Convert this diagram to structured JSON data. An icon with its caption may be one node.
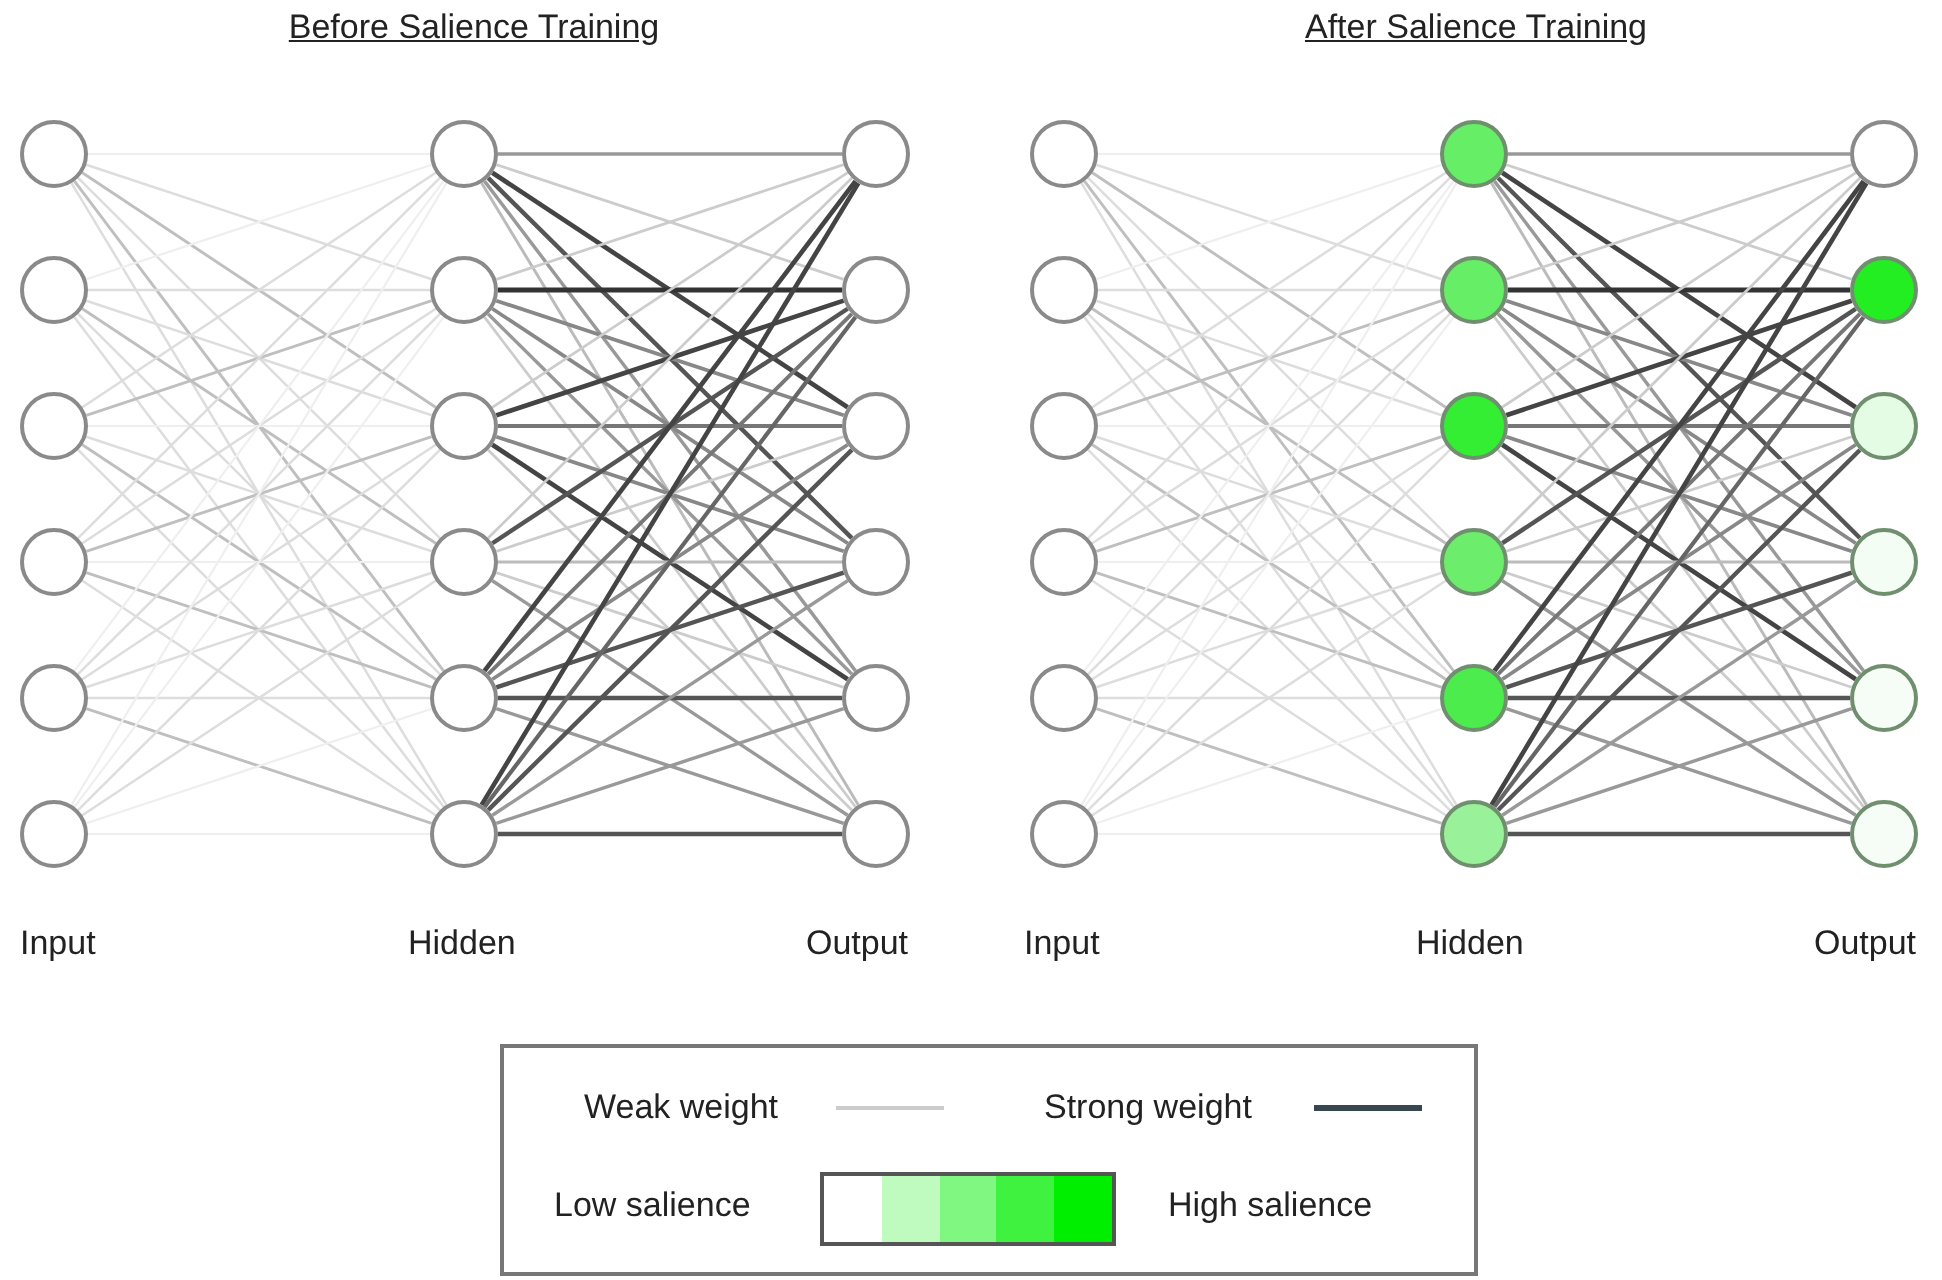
{
  "diagram": {
    "nodes": [
      {
        "text": [],
        "shape": "circle"
      },
      {
        "text": [],
        "shape": "circle"
      },
      {
        "text": [],
        "shape": "circle"
      },
      {
        "text": [],
        "shape": "circle"
      },
      {
        "text": [],
        "shape": "circle"
      },
      {
        "text": [],
        "shape": "circle"
      },
      {
        "text": [],
        "shape": "circle"
      },
      {
        "text": [],
        "shape": "circle"
      },
      {
        "text": [],
        "shape": "circle"
      },
      {
        "text": [],
        "shape": "circle"
      },
      {
        "text": [],
        "shape": "circle"
      },
      {
        "text": [],
        "shape": "circle"
      },
      {
        "text": [],
        "shape": "circle"
      },
      {
        "text": [],
        "shape": "circle"
      },
      {
        "text": [],
        "shape": "circle"
      },
      {
        "text": [],
        "shape": "circle"
      },
      {
        "text": [],
        "shape": "circle"
      },
      {
        "text": [],
        "shape": "circle"
      },
      {
        "text": [],
        "shape": "circle"
      },
      {
        "text": [],
        "shape": "circle"
      },
      {
        "text": [],
        "shape": "circle"
      },
      {
        "text": [],
        "shape": "circle"
      },
      {
        "text": [],
        "shape": "circle"
      },
      {
        "text": [],
        "shape": "circle"
      },
      {
        "text": [],
        "shape": "circle"
      },
      {
        "text": [],
        "shape": "circle"
      },
      {
        "text": [],
        "shape": "circle"
      },
      {
        "text": [],
        "shape": "circle"
      },
      {
        "text": [],
        "shape": "circle"
      },
      {
        "text": [],
        "shape": "circle"
      },
      {
        "text": [],
        "shape": "circle"
      },
      {
        "text": [],
        "shape": "circle"
      },
      {
        "text": [],
        "shape": "circle"
      },
      {
        "text": [],
        "shape": "circle"
      },
      {
        "text": [],
        "shape": "circle"
      },
      {
        "text": [],
        "shape": "circle"
      }
    ],
    "edges": [
      {
        "from": 0,
        "to": 6,
        "arrow": "none",
        "color": "#efefef"
      },
      {
        "from": 0,
        "to": 7,
        "arrow": "none"
      },
      {
        "from": 0,
        "to": 8,
        "arrow": "none",
        "color": "#bfbfbf"
      },
      {
        "from": 0,
        "to": 9,
        "arrow": "none"
      },
      {
        "from": 0,
        "to": 10,
        "arrow": "none",
        "color": "#bfbfbf"
      },
      {
        "from": 0,
        "to": 11,
        "arrow": "none"
      },
      {
        "from": 1,
        "to": 6,
        "arrow": "none",
        "color": "#efefef"
      },
      {
        "from": 1,
        "to": 7,
        "arrow": "none"
      },
      {
        "from": 1,
        "to": 8,
        "arrow": "none"
      },
      {
        "from": 1,
        "to": 9,
        "arrow": "none",
        "color": "#bfbfbf"
      },
      {
        "from": 1,
        "to": 10,
        "arrow": "none"
      },
      {
        "from": 1,
        "to": 11,
        "arrow": "none"
      },
      {
        "from": 2,
        "to": 6,
        "arrow": "none"
      },
      {
        "from": 2,
        "to": 7,
        "arrow": "none",
        "color": "#bfbfbf"
      },
      {
        "from": 2,
        "to": 8,
        "arrow": "none",
        "color": "#efefef"
      },
      {
        "from": 2,
        "to": 9,
        "arrow": "none"
      },
      {
        "from": 2,
        "to": 10,
        "arrow": "none",
        "color": "#bfbfbf"
      },
      {
        "from": 2,
        "to": 11,
        "arrow": "none"
      },
      {
        "from": 3,
        "to": 6,
        "arrow": "none"
      },
      {
        "from": 3,
        "to": 7,
        "arrow": "none"
      },
      {
        "from": 3,
        "to": 8,
        "arrow": "none",
        "color": "#bfbfbf"
      },
      {
        "from": 3,
        "to": 9,
        "arrow": "none",
        "color": "#efefef"
      },
      {
        "from": 3,
        "to": 10,
        "arrow": "none",
        "color": "#bfbfbf"
      },
      {
        "from": 3,
        "to": 11,
        "arrow": "none"
      },
      {
        "from": 4,
        "to": 6,
        "arrow": "none",
        "color": "#efefef"
      },
      {
        "from": 4,
        "to": 7,
        "arrow": "none"
      },
      {
        "from": 4,
        "to": 8,
        "arrow": "none"
      },
      {
        "from": 4,
        "to": 9,
        "arrow": "none"
      },
      {
        "from": 4,
        "to": 10,
        "arrow": "none"
      },
      {
        "from": 4,
        "to": 11,
        "arrow": "none",
        "color": "#bfbfbf"
      },
      {
        "from": 5,
        "to": 6,
        "arrow": "none",
        "color": "#efefef"
      },
      {
        "from": 5,
        "to": 7,
        "arrow": "none",
        "color": "#efefef"
      },
      {
        "from": 5,
        "to": 8,
        "arrow": "none"
      },
      {
        "from": 5,
        "to": 9,
        "arrow": "none"
      },
      {
        "from": 5,
        "to": 10,
        "arrow": "none",
        "color": "#efefef"
      },
      {
        "from": 5,
        "to": 11,
        "arrow": "none",
        "color": "#efefef"
      },
      {
        "from": 6,
        "to": 12,
        "arrow": "none",
        "color": "#999999"
      },
      {
        "from": 6,
        "to": 13,
        "arrow": "none",
        "color": "#cccccc"
      },
      {
        "from": 6,
        "to": 14,
        "arrow": "none",
        "color": "#444444"
      },
      {
        "from": 6,
        "to": 15,
        "arrow": "none",
        "color": "#555555"
      },
      {
        "from": 6,
        "to": 16,
        "arrow": "none",
        "color": "#999999"
      },
      {
        "from": 6,
        "to": 17,
        "arrow": "none",
        "color": "#bbbbbb"
      },
      {
        "from": 7,
        "to": 12,
        "arrow": "none",
        "color": "#cccccc"
      },
      {
        "from": 7,
        "to": 13,
        "arrow": "none",
        "color": "#333333"
      },
      {
        "from": 7,
        "to": 14,
        "arrow": "none",
        "color": "#888888"
      },
      {
        "from": 7,
        "to": 15,
        "arrow": "none",
        "color": "#888888"
      },
      {
        "from": 7,
        "to": 16,
        "arrow": "none",
        "color": "#999999"
      },
      {
        "from": 7,
        "to": 17,
        "arrow": "none",
        "color": "#cccccc"
      },
      {
        "from": 8,
        "to": 12,
        "arrow": "none",
        "color": "#cccccc"
      },
      {
        "from": 8,
        "to": 13,
        "arrow": "none",
        "color": "#444444"
      },
      {
        "from": 8,
        "to": 14,
        "arrow": "none",
        "color": "#777777"
      },
      {
        "from": 8,
        "to": 15,
        "arrow": "none",
        "color": "#888888"
      },
      {
        "from": 8,
        "to": 16,
        "arrow": "none",
        "color": "#444444"
      },
      {
        "from": 8,
        "to": 17,
        "arrow": "none",
        "color": "#cccccc"
      },
      {
        "from": 9,
        "to": 12,
        "arrow": "none",
        "color": "#cccccc"
      },
      {
        "from": 9,
        "to": 13,
        "arrow": "none",
        "color": "#555555"
      },
      {
        "from": 9,
        "to": 14,
        "arrow": "none",
        "color": "#cccccc"
      },
      {
        "from": 9,
        "to": 15,
        "arrow": "none",
        "color": "#bbbbbb"
      },
      {
        "from": 9,
        "to": 16,
        "arrow": "none",
        "color": "#cccccc"
      },
      {
        "from": 9,
        "to": 17,
        "arrow": "none",
        "color": "#999999"
      },
      {
        "from": 10,
        "to": 12,
        "arrow": "none",
        "color": "#444444"
      },
      {
        "from": 10,
        "to": 13,
        "arrow": "none",
        "color": "#777777"
      },
      {
        "from": 10,
        "to": 14,
        "arrow": "none",
        "color": "#888888"
      },
      {
        "from": 10,
        "to": 15,
        "arrow": "none",
        "color": "#555555"
      },
      {
        "from": 10,
        "to": 16,
        "arrow": "none",
        "color": "#555555"
      },
      {
        "from": 10,
        "to": 17,
        "arrow": "none",
        "color": "#999999"
      },
      {
        "from": 11,
        "to": 12,
        "arrow": "none",
        "color": "#444444"
      },
      {
        "from": 11,
        "to": 13,
        "arrow": "none",
        "color": "#666666"
      },
      {
        "from": 11,
        "to": 14,
        "arrow": "none",
        "color": "#555555"
      },
      {
        "from": 11,
        "to": 15,
        "arrow": "none",
        "color": "#999999"
      },
      {
        "from": 11,
        "to": 16,
        "arrow": "none",
        "color": "#999999"
      },
      {
        "from": 11,
        "to": 17,
        "arrow": "none",
        "color": "#555555"
      },
      {
        "from": 18,
        "to": 24,
        "arrow": "none",
        "color": "#efefef"
      },
      {
        "from": 18,
        "to": 25,
        "arrow": "none"
      },
      {
        "from": 18,
        "to": 26,
        "arrow": "none",
        "color": "#bfbfbf"
      },
      {
        "from": 18,
        "to": 27,
        "arrow": "none"
      },
      {
        "from": 18,
        "to": 28,
        "arrow": "none",
        "color": "#bfbfbf"
      },
      {
        "from": 18,
        "to": 29,
        "arrow": "none"
      },
      {
        "from": 19,
        "to": 24,
        "arrow": "none",
        "color": "#efefef"
      },
      {
        "from": 19,
        "to": 25,
        "arrow": "none"
      },
      {
        "from": 19,
        "to": 26,
        "arrow": "none"
      },
      {
        "from": 19,
        "to": 27,
        "arrow": "none",
        "color": "#bfbfbf"
      },
      {
        "from": 19,
        "to": 28,
        "arrow": "none"
      },
      {
        "from": 19,
        "to": 29,
        "arrow": "none"
      },
      {
        "from": 20,
        "to": 24,
        "arrow": "none"
      },
      {
        "from": 20,
        "to": 25,
        "arrow": "none",
        "color": "#bfbfbf"
      },
      {
        "from": 20,
        "to": 26,
        "arrow": "none",
        "color": "#efefef"
      },
      {
        "from": 20,
        "to": 27,
        "arrow": "none"
      },
      {
        "from": 20,
        "to": 28,
        "arrow": "none",
        "color": "#bfbfbf"
      },
      {
        "from": 20,
        "to": 29,
        "arrow": "none"
      },
      {
        "from": 21,
        "to": 24,
        "arrow": "none"
      },
      {
        "from": 21,
        "to": 25,
        "arrow": "none"
      },
      {
        "from": 21,
        "to": 26,
        "arrow": "none",
        "color": "#bfbfbf"
      },
      {
        "from": 21,
        "to": 27,
        "arrow": "none",
        "color": "#efefef"
      },
      {
        "from": 21,
        "to": 28,
        "arrow": "none",
        "color": "#bfbfbf"
      },
      {
        "from": 21,
        "to": 29,
        "arrow": "none"
      },
      {
        "from": 22,
        "to": 24,
        "arrow": "none",
        "color": "#efefef"
      },
      {
        "from": 22,
        "to": 25,
        "arrow": "none"
      },
      {
        "from": 22,
        "to": 26,
        "arrow": "none"
      },
      {
        "from": 22,
        "to": 27,
        "arrow": "none"
      },
      {
        "from": 22,
        "to": 28,
        "arrow": "none"
      },
      {
        "from": 22,
        "to": 29,
        "arrow": "none",
        "color": "#bfbfbf"
      },
      {
        "from": 23,
        "to": 24,
        "arrow": "none",
        "color": "#efefef"
      },
      {
        "from": 23,
        "to": 25,
        "arrow": "none",
        "color": "#efefef"
      },
      {
        "from": 23,
        "to": 26,
        "arrow": "none"
      },
      {
        "from": 23,
        "to": 27,
        "arrow": "none"
      },
      {
        "from": 23,
        "to": 28,
        "arrow": "none",
        "color": "#efefef"
      },
      {
        "from": 23,
        "to": 29,
        "arrow": "none",
        "color": "#efefef"
      },
      {
        "from": 24,
        "to": 30,
        "arrow": "none",
        "color": "#999999"
      },
      {
        "from": 24,
        "to": 31,
        "arrow": "none",
        "color": "#cccccc"
      },
      {
        "from": 24,
        "to": 32,
        "arrow": "none",
        "color": "#444444"
      },
      {
        "from": 24,
        "to": 33,
        "arrow": "none",
        "color": "#555555"
      },
      {
        "from": 24,
        "to": 34,
        "arrow": "none",
        "color": "#999999"
      },
      {
        "from": 24,
        "to": 35,
        "arrow": "none",
        "color": "#bbbbbb"
      },
      {
        "from": 25,
        "to": 30,
        "arrow": "none",
        "color": "#cccccc"
      },
      {
        "from": 25,
        "to": 31,
        "arrow": "none",
        "color": "#333333"
      },
      {
        "from": 25,
        "to": 32,
        "arrow": "none",
        "color": "#888888"
      },
      {
        "from": 25,
        "to": 33,
        "arrow": "none",
        "color": "#888888"
      },
      {
        "from": 25,
        "to": 34,
        "arrow": "none",
        "color": "#999999"
      },
      {
        "from": 25,
        "to": 35,
        "arrow": "none",
        "color": "#cccccc"
      },
      {
        "from": 26,
        "to": 30,
        "arrow": "none",
        "color": "#cccccc"
      },
      {
        "from": 26,
        "to": 31,
        "arrow": "none",
        "color": "#444444"
      },
      {
        "from": 26,
        "to": 32,
        "arrow": "none",
        "color": "#777777"
      },
      {
        "from": 26,
        "to": 33,
        "arrow": "none",
        "color": "#888888"
      },
      {
        "from": 26,
        "to": 34,
        "arrow": "none",
        "color": "#444444"
      },
      {
        "from": 26,
        "to": 35,
        "arrow": "none",
        "color": "#cccccc"
      },
      {
        "from": 27,
        "to": 30,
        "arrow": "none",
        "color": "#cccccc"
      },
      {
        "from": 27,
        "to": 31,
        "arrow": "none",
        "color": "#555555"
      },
      {
        "from": 27,
        "to": 32,
        "arrow": "none",
        "color": "#cccccc"
      },
      {
        "from": 27,
        "to": 33,
        "arrow": "none",
        "color": "#bbbbbb"
      },
      {
        "from": 27,
        "to": 34,
        "arrow": "none",
        "color": "#cccccc"
      },
      {
        "from": 27,
        "to": 35,
        "arrow": "none",
        "color": "#999999"
      },
      {
        "from": 28,
        "to": 30,
        "arrow": "none",
        "color": "#444444"
      },
      {
        "from": 28,
        "to": 31,
        "arrow": "none",
        "color": "#777777"
      },
      {
        "from": 28,
        "to": 32,
        "arrow": "none",
        "color": "#888888"
      },
      {
        "from": 28,
        "to": 33,
        "arrow": "none",
        "color": "#555555"
      },
      {
        "from": 28,
        "to": 34,
        "arrow": "none",
        "color": "#555555"
      },
      {
        "from": 28,
        "to": 35,
        "arrow": "none",
        "color": "#999999"
      },
      {
        "from": 29,
        "to": 30,
        "arrow": "none",
        "color": "#444444"
      },
      {
        "from": 29,
        "to": 31,
        "arrow": "none",
        "color": "#666666"
      },
      {
        "from": 29,
        "to": 32,
        "arrow": "none",
        "color": "#555555"
      },
      {
        "from": 29,
        "to": 33,
        "arrow": "none",
        "color": "#999999"
      },
      {
        "from": 29,
        "to": 34,
        "arrow": "none",
        "color": "#999999"
      },
      {
        "from": 29,
        "to": 35,
        "arrow": "none",
        "color": "#555555"
      }
    ],
    "labels": [
      "Before Salience Training",
      "After Salience Training",
      "Input",
      "Hidden",
      "Output",
      "Input",
      "Hidden",
      "Output"
    ],
    "legend": [
      {
        "text": "Weak weight"
      },
      {
        "text": "Strong weight"
      },
      {
        "text": "Low salience",
        "color": "#ffffff"
      },
      {
        "text": "High salience",
        "color": "#00ee00"
      }
    ]
  }
}
